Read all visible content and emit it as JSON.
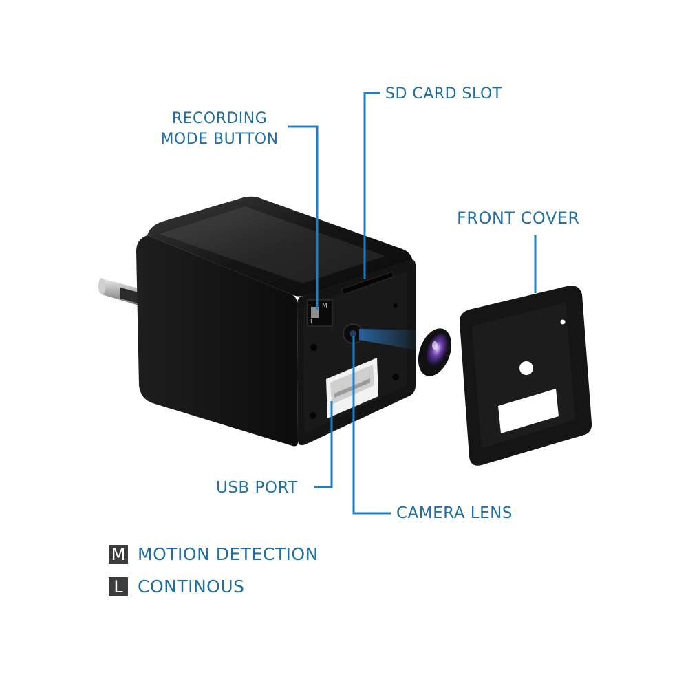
{
  "callouts": {
    "sd_card_slot": "SD CARD SLOT",
    "recording_mode_button_line1": "RECORDING",
    "recording_mode_button_line2": "MODE BUTTON",
    "front_cover": "FRONT COVER",
    "usb_port": "USB PORT",
    "camera_lens": "CAMERA LENS"
  },
  "switch_marks": {
    "top": "M",
    "bottom": "L"
  },
  "legend": [
    {
      "badge": "M",
      "text": "MOTION DETECTION"
    },
    {
      "badge": "L",
      "text": "CONTINOUS"
    }
  ],
  "colors": {
    "callout": "#1f6fa6",
    "leader_line": "#1f7fc4",
    "device": "#1a1a1a",
    "badge": "#3c3c3c"
  }
}
